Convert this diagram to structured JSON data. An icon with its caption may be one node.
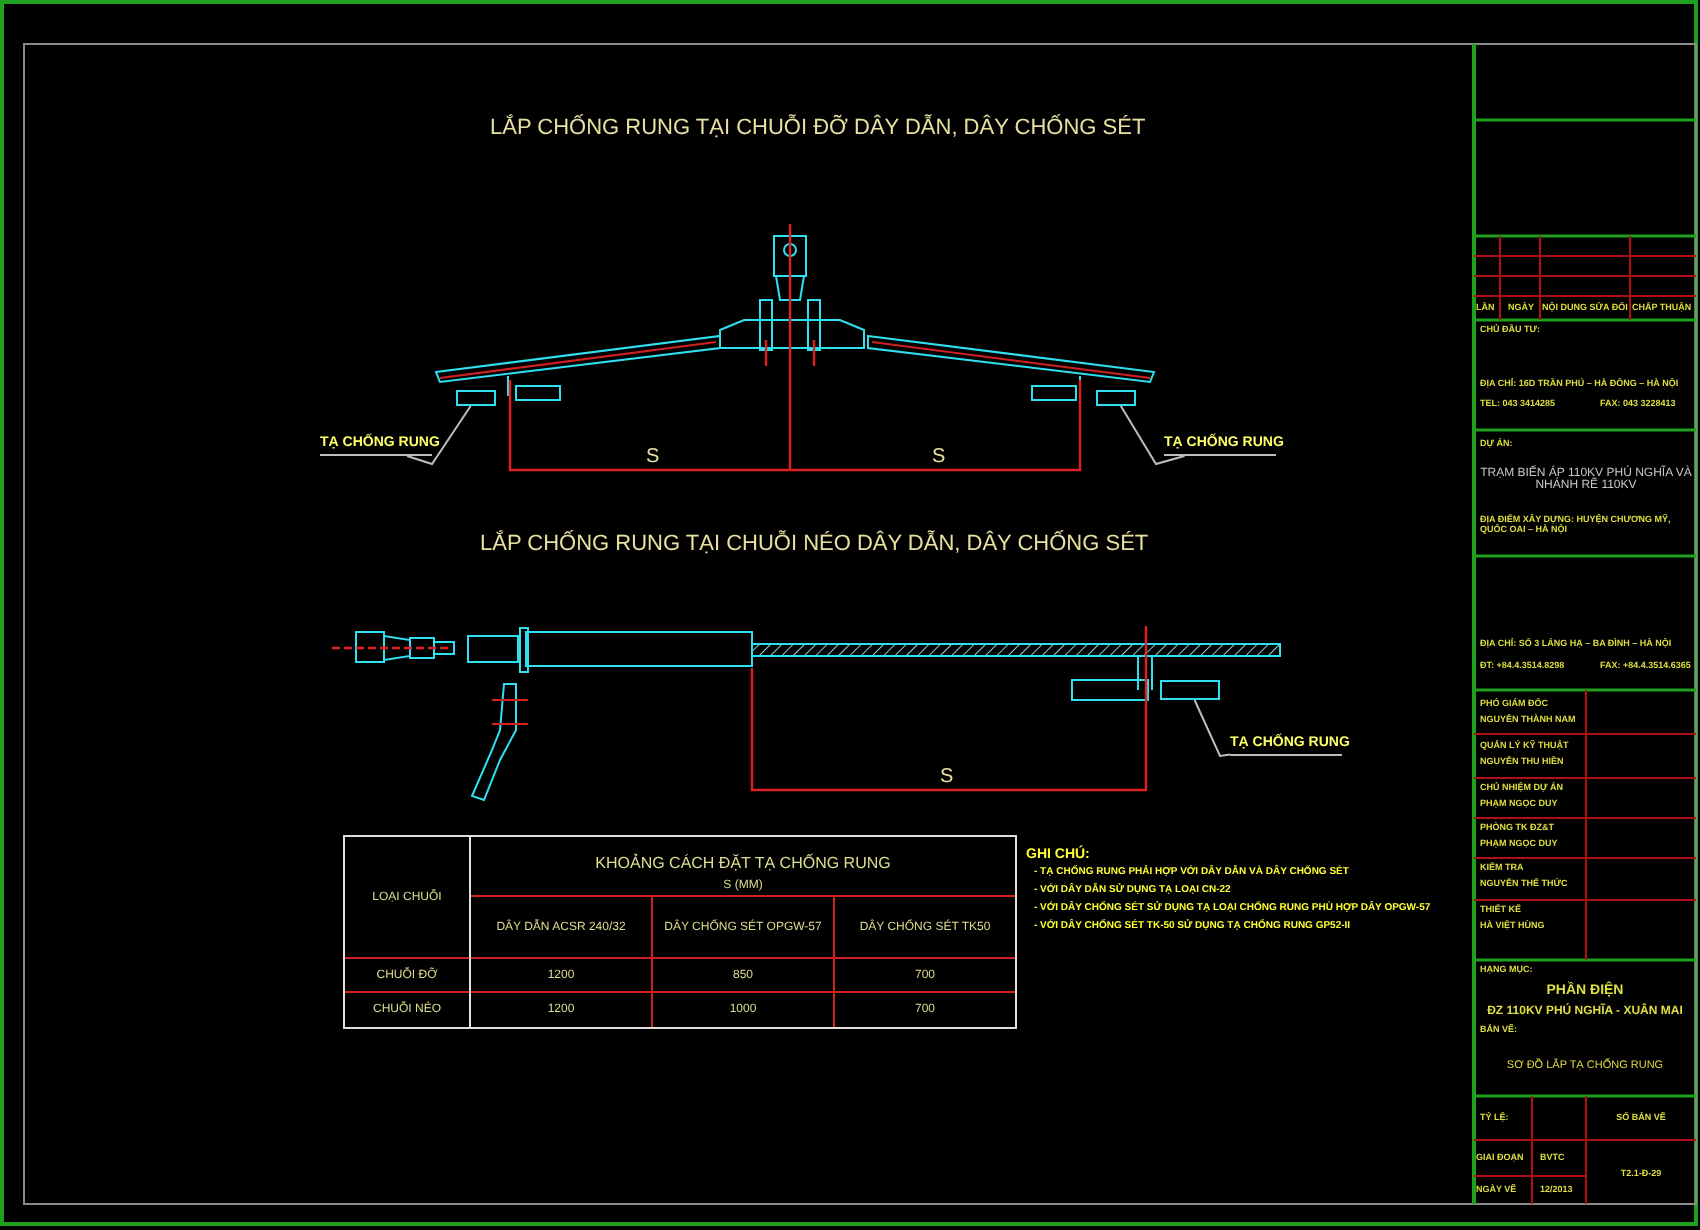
{
  "diagram": {
    "nodes": [
      {
        "text": [
          "TẠ CHỐNG RUNG"
        ]
      },
      {
        "text": [],
        "shape": "box"
      },
      {
        "text": [],
        "shape": "box"
      },
      {
        "text": [
          "TẠ CHỐNG RUNG"
        ]
      },
      {
        "text": [],
        "shape": "box"
      },
      {
        "text": [
          "TẠ CHỐNG RUNG"
        ]
      }
    ],
    "edges": [
      {
        "from": 0,
        "to": 1,
        "arrow": "none"
      },
      {
        "from": 3,
        "to": 2,
        "arrow": "none"
      },
      {
        "from": 5,
        "to": 4,
        "arrow": "none"
      }
    ],
    "labels": [
      "LẮP CHỐNG RUNG TẠI CHUỖI ĐỠ DÂY DẪN, DÂY CHỐNG SÉT",
      "S",
      "S",
      "LẮP CHỐNG RUNG TẠI CHUỖI NÉO DÂY DẪN, DÂY CHỐNG SÉT",
      "S",
      "LOẠI CHUỖI",
      "KHOẢNG CÁCH ĐẶT TẠ CHỐNG RUNG",
      "S (MM)",
      "DÂY DẪN ACSR 240/32",
      "DÂY CHỐNG SÉT OPGW-57",
      "DÂY CHỐNG SÉT TK50",
      "CHUỖI ĐỠ",
      "1200",
      "850",
      "700",
      "CHUỖI NÉO",
      "1200",
      "1000",
      "700",
      "GHI CHÚ:",
      "- TẠ CHỐNG RUNG PHẢI HỢP VỚI DÂY DẪN VÀ DÂY CHỐNG SÉT",
      "- VỚI DÂY DẪN SỬ DỤNG TẠ LOẠI CN-22",
      "- VỚI DÂY CHỐNG SÉT SỬ DỤNG TẠ LOẠI CHỐNG RUNG PHÙ HỢP DÂY OPGW-57",
      "- VỚI DÂY CHỐNG SÉT TK-50 SỬ DỤNG TẠ CHỐNG RUNG GP52-II",
      "LẦN",
      "NGÀY",
      "NỘI DUNG SỬA ĐỔI",
      "CHẤP THUẬN",
      "CHỦ ĐẦU TƯ:",
      "ĐỊA CHỈ: 16D TRẦN PHÚ – HÀ ĐÔNG – HÀ NỘI",
      "TEL: 043 3414285",
      "FAX: 043 3228413",
      "DỰ ÁN:",
      "TRẠM BIẾN ÁP 110KV PHÚ NGHĨA VÀ NHÁNH RẼ 110KV",
      "ĐỊA ĐIỂM XÂY DỰNG: HUYỆN CHƯƠNG MỸ, QUỐC OAI – HÀ NỘI",
      "ĐỊA CHỈ: SỐ 3 LÁNG HẠ – BA ĐÌNH – HÀ NỘI",
      "ĐT: +84.4.3514.8298",
      "FAX: +84.4.3514.6365",
      "PHÓ GIÁM ĐỐC",
      "NGUYỄN THÀNH NAM",
      "QUẢN LÝ KỸ THUẬT",
      "NGUYỄN THU HIỀN",
      "CHỦ NHIỆM DỰ ÁN",
      "PHẠM NGỌC DUY",
      "PHÒNG TK ĐZ&T",
      "PHẠM NGỌC DUY",
      "KIỂM TRA",
      "NGUYỄN THẾ THỨC",
      "THIẾT KẾ",
      "HÀ VIỆT HÙNG",
      "HẠNG MỤC:",
      "PHẦN ĐIỆN",
      "ĐZ 110KV PHÚ NGHĨA - XUÂN MAI",
      "BẢN VẼ:",
      "SƠ ĐỒ LẮP TẠ CHỐNG RUNG",
      "TỶ LỆ:",
      "SỐ BẢN VẼ",
      "GIAI ĐOẠN",
      "BVTC",
      "T2.1-Đ-29",
      "NGÀY VẼ",
      "12/2013"
    ]
  }
}
